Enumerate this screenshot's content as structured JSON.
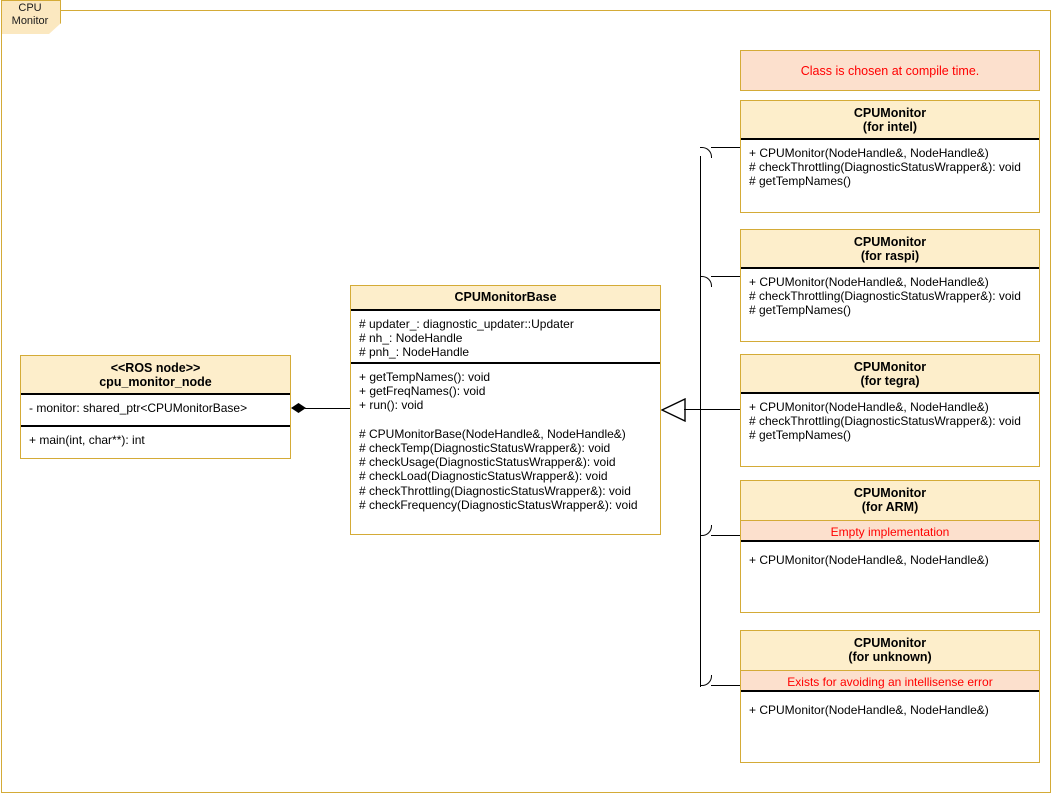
{
  "package": {
    "tab_label": "CPU\nMonitor"
  },
  "note": {
    "text": "Class is chosen at compile time."
  },
  "node_class": {
    "stereotype": "<<ROS node>>",
    "name": "cpu_monitor_node",
    "attributes": "- monitor: shared_ptr<CPUMonitorBase>",
    "operations": "+ main(int, char**): int"
  },
  "base_class": {
    "name": "CPUMonitorBase",
    "attributes": "# updater_: diagnostic_updater::Updater\n# nh_: NodeHandle\n# pnh_: NodeHandle",
    "operations": "+ getTempNames(): void\n+ getFreqNames(): void\n+ run(): void\n\n# CPUMonitorBase(NodeHandle&, NodeHandle&)\n# checkTemp(DiagnosticStatusWrapper&): void\n# checkUsage(DiagnosticStatusWrapper&): void\n# checkLoad(DiagnosticStatusWrapper&): void\n# checkThrottling(DiagnosticStatusWrapper&): void\n# checkFrequency(DiagnosticStatusWrapper&): void"
  },
  "subclasses": [
    {
      "name": "CPUMonitor",
      "variant": "(for intel)",
      "annotation": null,
      "operations": "+ CPUMonitor(NodeHandle&, NodeHandle&)\n# checkThrottling(DiagnosticStatusWrapper&): void\n# getTempNames()"
    },
    {
      "name": "CPUMonitor",
      "variant": "(for raspi)",
      "annotation": null,
      "operations": "+ CPUMonitor(NodeHandle&, NodeHandle&)\n# checkThrottling(DiagnosticStatusWrapper&): void\n# getTempNames()"
    },
    {
      "name": "CPUMonitor",
      "variant": "(for tegra)",
      "annotation": null,
      "operations": "+ CPUMonitor(NodeHandle&, NodeHandle&)\n# checkThrottling(DiagnosticStatusWrapper&): void\n# getTempNames()"
    },
    {
      "name": "CPUMonitor",
      "variant": "(for ARM)",
      "annotation": "Empty implementation",
      "operations": "+ CPUMonitor(NodeHandle&, NodeHandle&)"
    },
    {
      "name": "CPUMonitor",
      "variant": "(for unknown)",
      "annotation": "Exists for avoiding an intellisense error",
      "operations": "+ CPUMonitor(NodeHandle&, NodeHandle&)"
    }
  ],
  "colors": {
    "frame_border": "#d4ab37",
    "header_fill": "#fdeecb",
    "note_fill": "#fce0cd",
    "note_text": "#ff0000",
    "body_fill": "#ffffff",
    "line": "#000000"
  },
  "relations": {
    "composition": "cpu_monitor_node composes CPUMonitorBase",
    "generalization": "CPUMonitor variants inherit CPUMonitorBase"
  }
}
